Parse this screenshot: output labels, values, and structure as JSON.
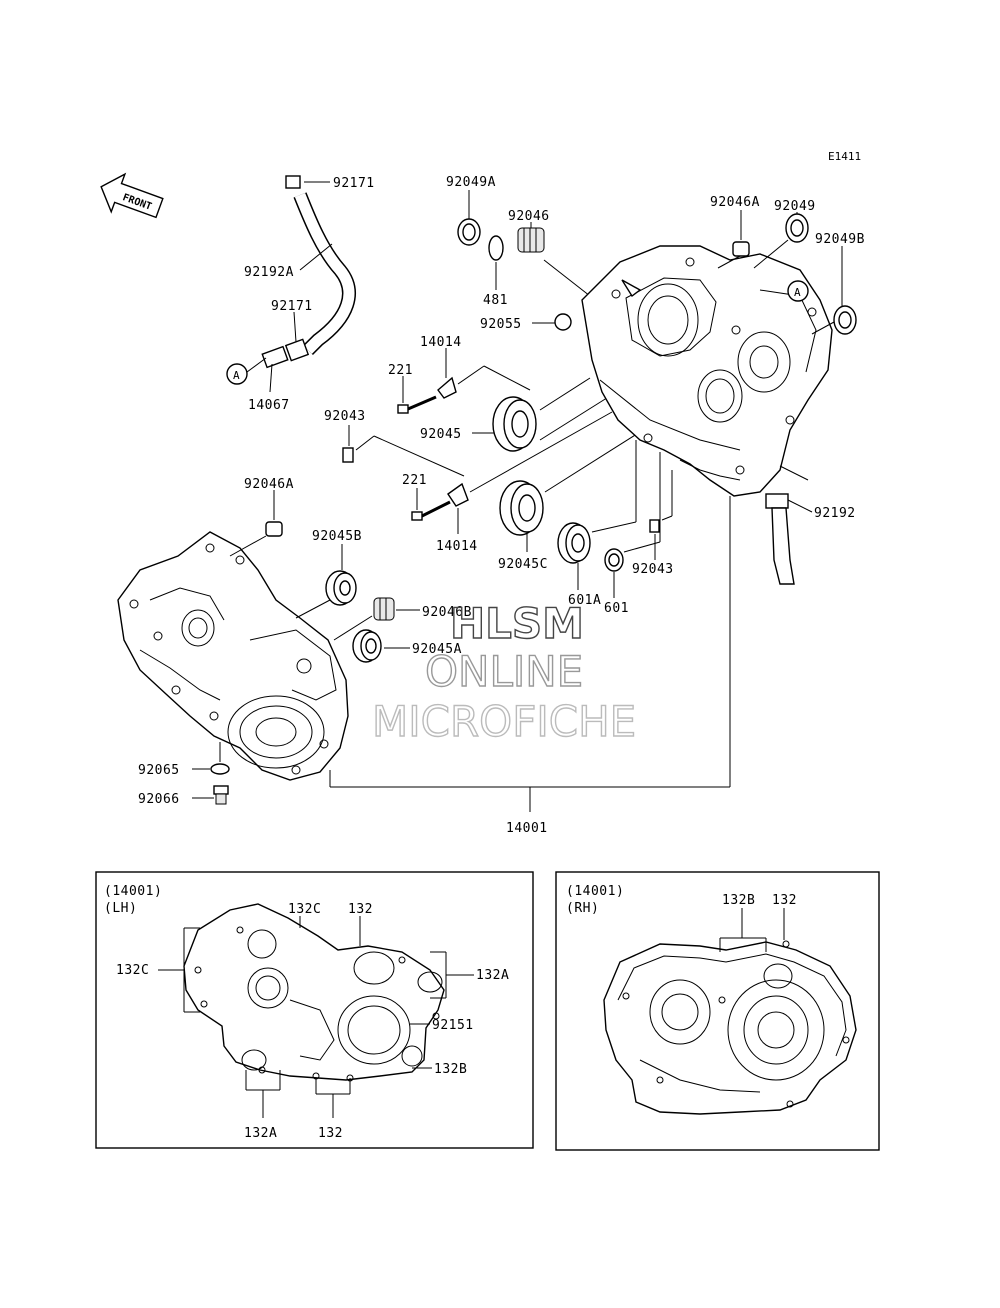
{
  "diagram_code": "E1411",
  "front_label": "FRONT",
  "watermark": {
    "line1": "HLSM",
    "line2": "ONLINE",
    "line3": "MICROFICHE"
  },
  "callouts": {
    "p92171_top": "92171",
    "p92192A": "92192A",
    "p92171_mid": "92171",
    "p14067": "14067",
    "ref_A_left": "A",
    "p92049A": "92049A",
    "p92046": "92046",
    "p481": "481",
    "p92055": "92055",
    "p14014_top": "14014",
    "p221_top": "221",
    "p92045": "92045",
    "p92043_left": "92043",
    "p221_bot": "221",
    "p14014_bot": "14014",
    "p92045C": "92045C",
    "p601A": "601A",
    "p601": "601",
    "p92043_right": "92043",
    "p92046A_right": "92046A",
    "p92049": "92049",
    "p92049B": "92049B",
    "ref_A_right": "A",
    "p92192": "92192",
    "p92046A_left": "92046A",
    "p92045B": "92045B",
    "p92046B": "92046B",
    "p92045A": "92045A",
    "p92065": "92065",
    "p92066": "92066",
    "p14001": "14001"
  },
  "inset_lh": {
    "title1": "(14001)",
    "title2": "(LH)",
    "l132C_top": "132C",
    "l132_top": "132",
    "l132C_left": "132C",
    "l132A_right": "132A",
    "l92151": "92151",
    "l132B": "132B",
    "l132A_bot": "132A",
    "l132_bot": "132"
  },
  "inset_rh": {
    "title1": "(14001)",
    "title2": "(RH)",
    "l132B": "132B",
    "l132": "132"
  }
}
